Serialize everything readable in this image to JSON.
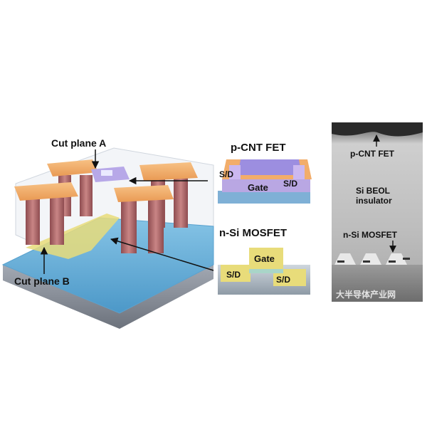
{
  "labels": {
    "cut_plane_a": "Cut plane A",
    "cut_plane_b": "Cut plane B",
    "p_cnt_fet_title": "p-CNT FET",
    "sd_left": "S/D",
    "sd_right": "S/D",
    "gate_top": "Gate",
    "n_si_mosfet_title": "n-Si MOSFET",
    "gate_bottom": "Gate",
    "sd_bottom_left": "S/D",
    "sd_bottom_right": "S/D"
  },
  "tem": {
    "label_p_cnt": "p-CNT FET",
    "label_beol_1": "Si BEOL",
    "label_beol_2": "insulator",
    "label_n_si": "n-Si MOSFET"
  },
  "watermark": "大半导体产业网",
  "colors": {
    "substrate_top": "#6fb4dc",
    "pillar": "#b76e6e",
    "pad": "#f2ad6a",
    "gate_purple": "#9a8ad8",
    "sd_yellow": "#e8dc7a"
  }
}
